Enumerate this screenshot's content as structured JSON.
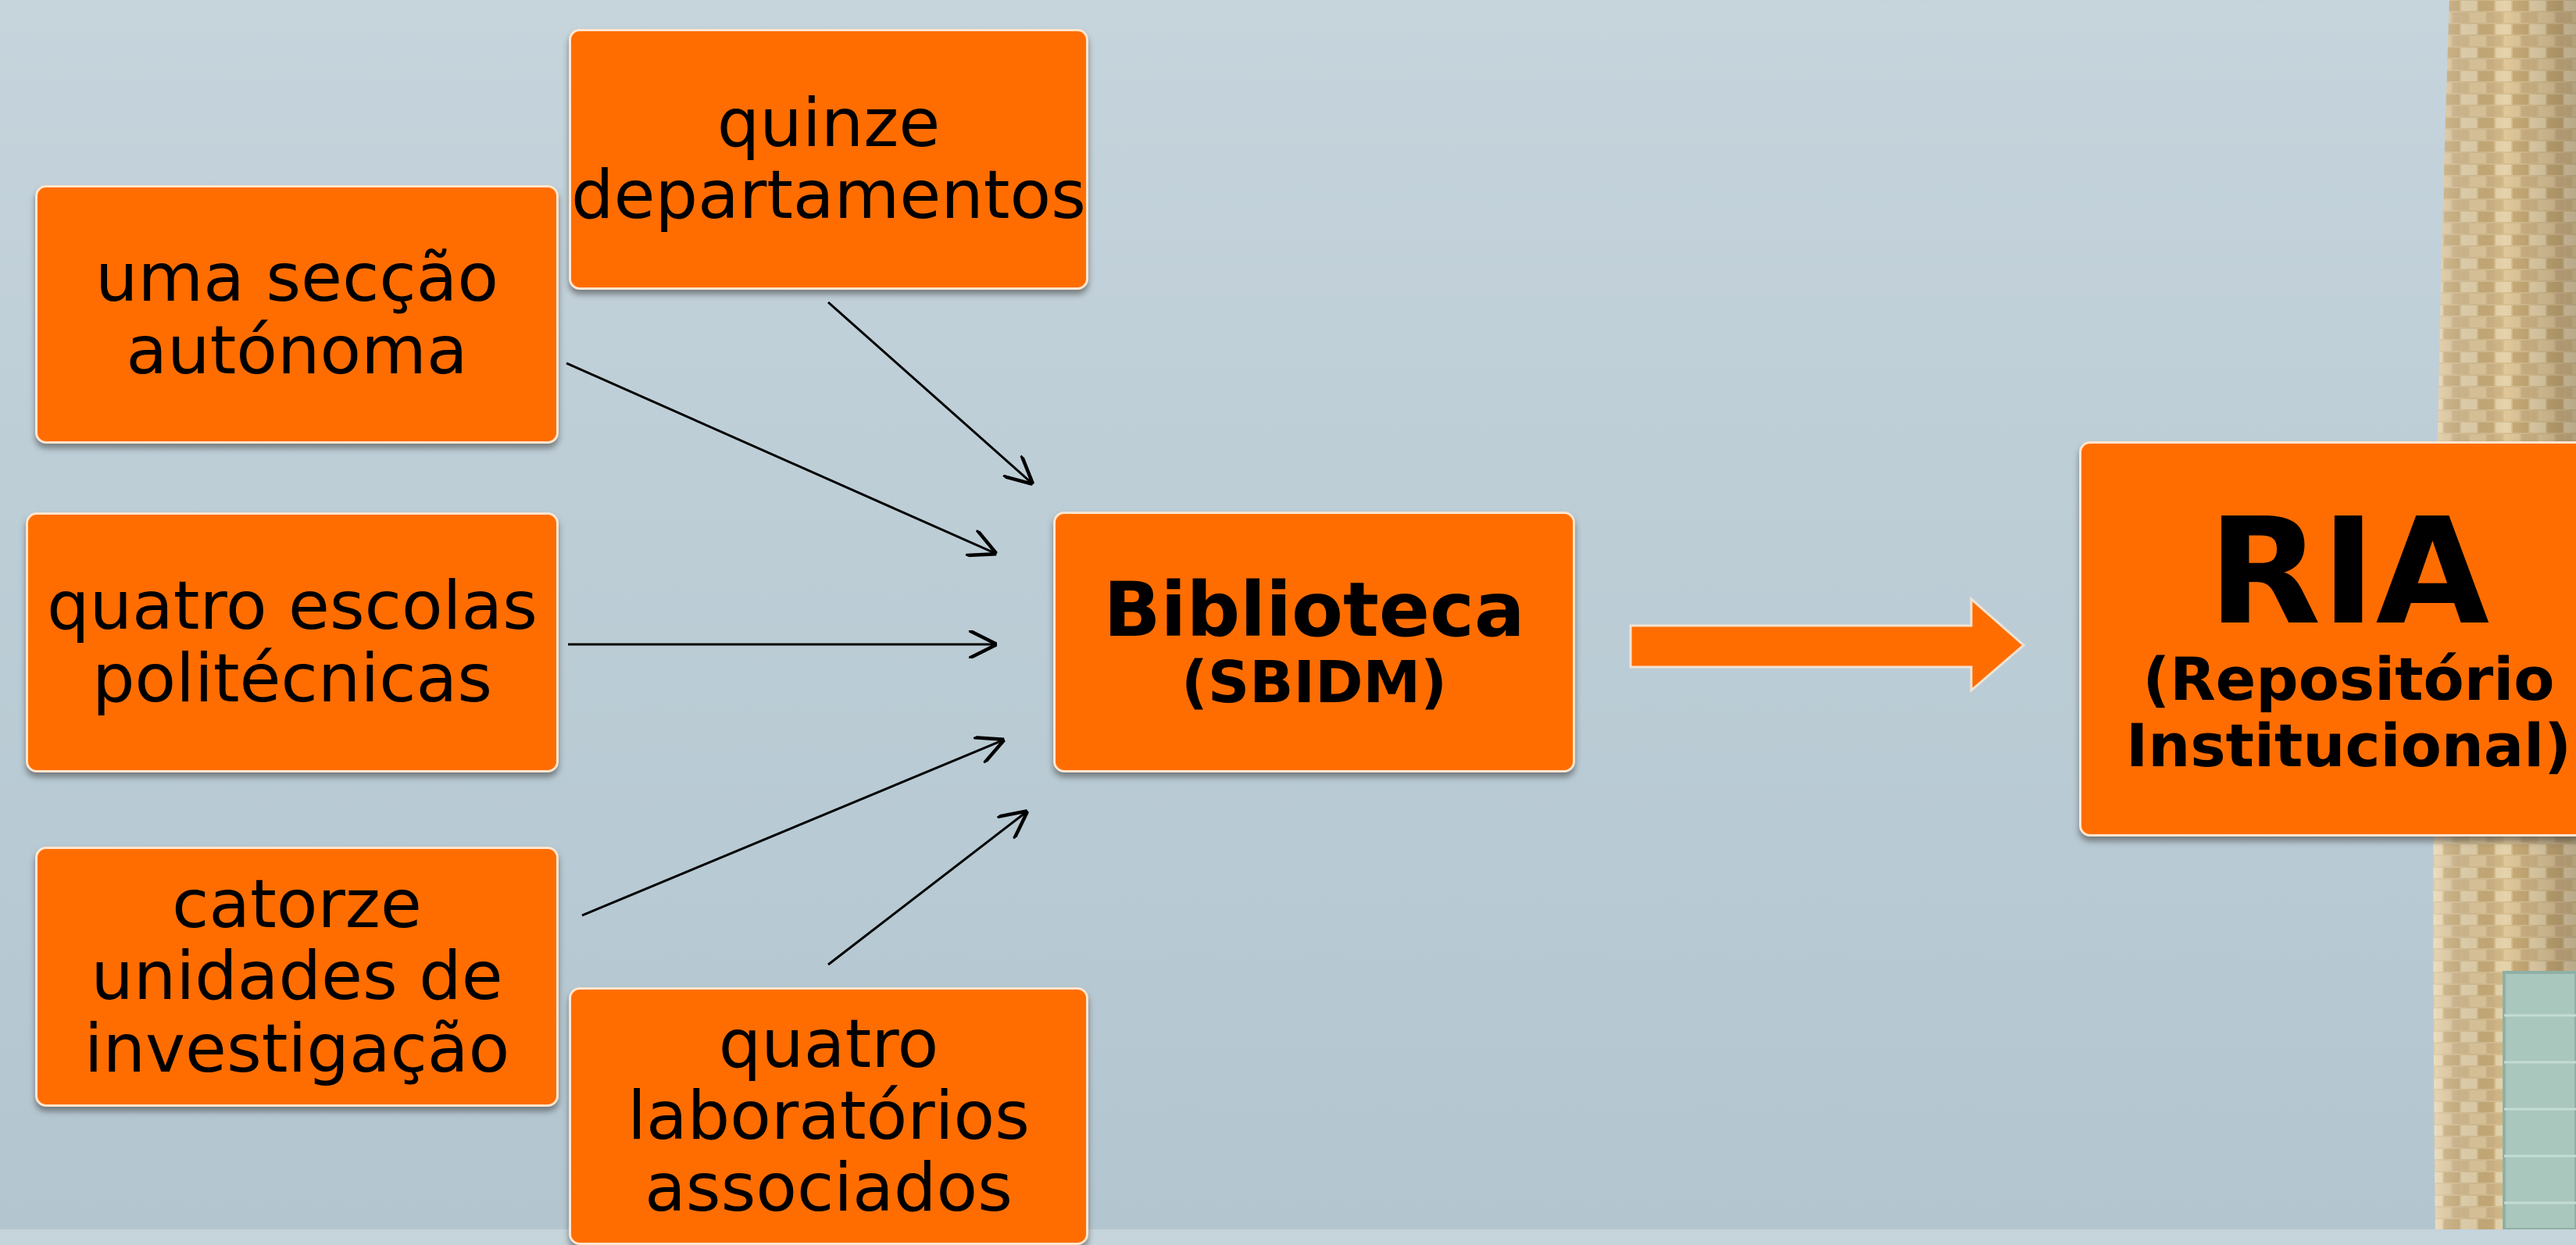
{
  "nodes": {
    "seccao": {
      "text": "uma secção\nautónoma"
    },
    "departamentos": {
      "text": "quinze\ndepartamentos"
    },
    "escolas": {
      "text": "quatro escolas\npolitécnicas"
    },
    "unidades": {
      "text": "catorze\nunidades de\ninvestigação"
    },
    "laboratorios": {
      "text": "quatro\nlaboratórios\nassociados"
    },
    "biblioteca": {
      "title": "Biblioteca",
      "subtitle": "(SBIDM)"
    },
    "ria": {
      "title": "RIA",
      "subtitle": "(Repositório\nInstitucional)"
    }
  },
  "colors": {
    "box_fill": "#ff6d00",
    "box_border": "#ffe6cf",
    "arrow": "#000000",
    "background": "#c6d4dc"
  }
}
